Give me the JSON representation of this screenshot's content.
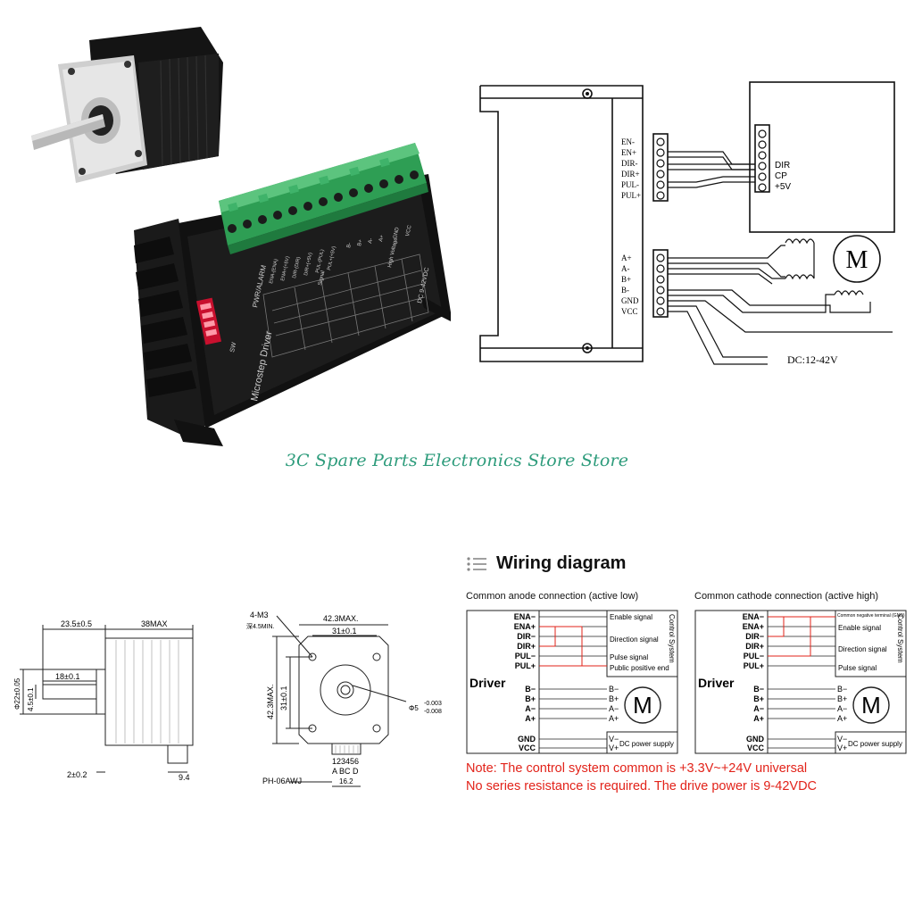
{
  "store_name": "3C Spare Parts Electronics Store Store",
  "driver_photo": {
    "front_label": "Microstep Driver",
    "pwr_alarm": "PWR/ALARM",
    "ena_label": "ENA-(ENA)",
    "ena_plus": "ENA+(+5V)",
    "dir_minus": "DIR-(DIR)",
    "dir_plus": "DIR+(+5V)",
    "pul_minus": "PUL-(PUL)",
    "pul_plus": "PUL+(+5V)",
    "b_minus": "B-",
    "b_plus": "B+",
    "a_minus": "A-",
    "a_plus": "A+",
    "gnd": "GND",
    "vcc": "VCC",
    "dc_range": "DC 9-42VDC",
    "signal_label": "Signal",
    "high_voltage": "High Voltage",
    "sw_label": "SW"
  },
  "top_schematic": {
    "signal_pins": [
      "EN-",
      "EN+",
      "DIR-",
      "DIR+",
      "PUL-",
      "PUL+"
    ],
    "power_pins": [
      "A+",
      "A-",
      "B+",
      "B-",
      "GND",
      "VCC"
    ],
    "controller_pins": [
      "DIR",
      "CP",
      "+5V"
    ],
    "motor_symbol": "M",
    "dc_label": "DC:12-42V"
  },
  "dimensions_side": {
    "d1": "23.5±0.5",
    "d2": "38MAX",
    "d3": "18±0.1",
    "d4": "Φ22±0.05",
    "d5": "4.5±0.1",
    "d6": "2±0.2",
    "d7": "9.4"
  },
  "dimensions_front": {
    "hole_label": "4-M3",
    "hole_depth": "深4.5MIN.",
    "width": "42.3MAX.",
    "pitch_h": "31±0.1",
    "height": "42.3MAX.",
    "pitch_v": "31±0.1",
    "shaft_tol_1": "-0.003",
    "shaft_dia": "Φ5",
    "shaft_tol_2": "-0.008",
    "connector": "PH-06AWJ",
    "pins": "123456",
    "phases": "A  BC  D",
    "conn_width": "16.2"
  },
  "wiring": {
    "title": "Wiring diagram",
    "anode": {
      "heading": "Common anode connection (active low)",
      "driver": "Driver",
      "control": "Control System",
      "signals": [
        "Enable signal",
        "Direction signal",
        "Pulse signal",
        "Public positive end"
      ],
      "dc": "DC power supply"
    },
    "cathode": {
      "heading": "Common cathode connection (active high)",
      "driver": "Driver",
      "control": "Control System",
      "common_neg": "Common negative terminal (GND)",
      "signals": [
        "Enable signal",
        "Direction signal",
        "Pulse signal"
      ],
      "dc": "DC power supply"
    },
    "left_pins": [
      "ENA−",
      "ENA+",
      "DIR−",
      "DIR+",
      "PUL−",
      "PUL+"
    ],
    "motor_pins_left": [
      "B−",
      "B+",
      "A−",
      "A+"
    ],
    "motor_pins_right": [
      "B−",
      "B+",
      "A−",
      "A+"
    ],
    "power_left": [
      "GND",
      "VCC"
    ],
    "power_right": [
      "V−",
      "V+"
    ],
    "motor_symbol": "M",
    "note_1": "Note: The control system common is +3.3V~+24V universal",
    "note_2": "No series resistance is required. The drive power is 9-42VDC"
  }
}
